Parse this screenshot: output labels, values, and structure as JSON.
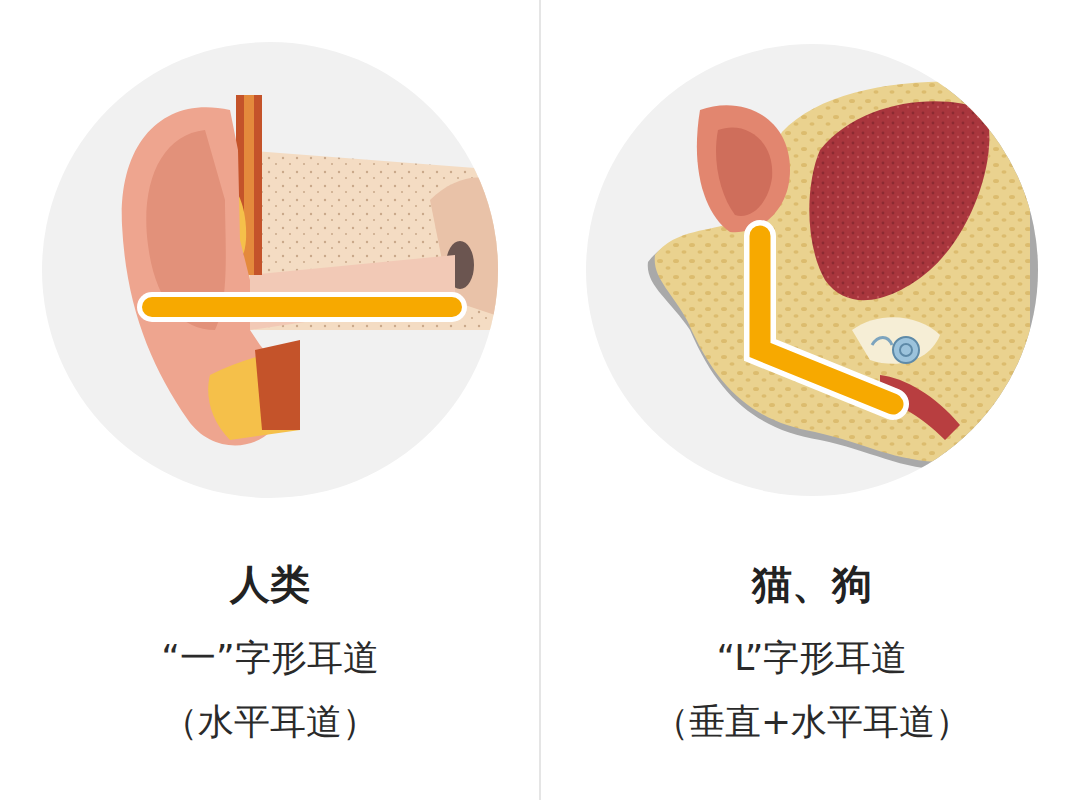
{
  "diagram": {
    "labels": [
      "人类",
      "“一”字形耳道",
      "（水平耳道）",
      "猫、狗",
      "“L”字形耳道",
      "（垂直+水平耳道）"
    ]
  }
}
